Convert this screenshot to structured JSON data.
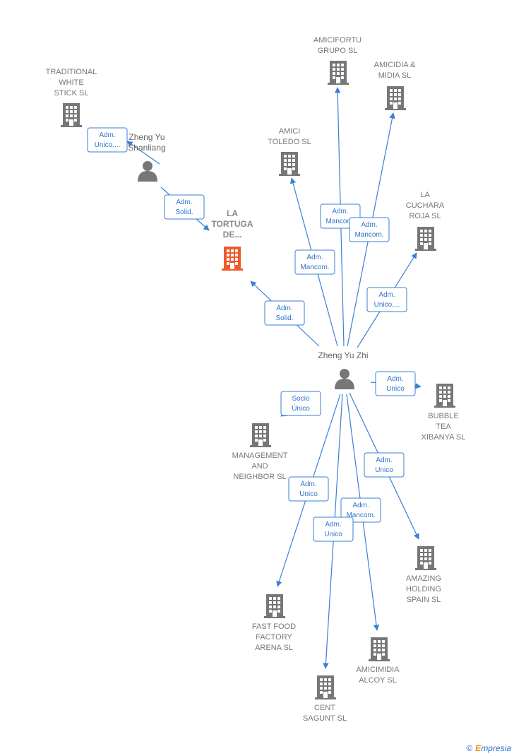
{
  "colors": {
    "edge": "#3a7fd6",
    "company": "#777777",
    "focus_company": "#f05a28",
    "person": "#777777"
  },
  "nodes": {
    "traditional": {
      "label": [
        "TRADITIONAL",
        "WHITE",
        "STICK  SL"
      ],
      "icon": "building-icon"
    },
    "zheng_shanliang": {
      "label": [
        "Zheng Yu",
        "Shanliang"
      ],
      "icon": "person-icon"
    },
    "la_tortuga": {
      "label": [
        "LA",
        "TORTUGA",
        "DE..."
      ],
      "icon": "building-icon"
    },
    "amicifortu": {
      "label": [
        "AMICIFORTU",
        "GRUPO  SL"
      ],
      "icon": "building-icon"
    },
    "amicidia": {
      "label": [
        "AMICIDIA &",
        "MIDIA  SL"
      ],
      "icon": "building-icon"
    },
    "amici_toledo": {
      "label": [
        "AMICI",
        "TOLEDO  SL"
      ],
      "icon": "building-icon"
    },
    "la_cuchara": {
      "label": [
        "LA",
        "CUCHARA",
        "ROJA  SL"
      ],
      "icon": "building-icon"
    },
    "zheng_yu_zhi": {
      "label": [
        "Zheng Yu Zhi"
      ],
      "icon": "person-icon"
    },
    "bubble": {
      "label": [
        "BUBBLE",
        "TEA",
        "XIBANYA SL"
      ],
      "icon": "building-icon"
    },
    "management": {
      "label": [
        "MANAGEMENT",
        "AND",
        "NEIGHBOR  SL"
      ],
      "icon": "building-icon"
    },
    "amazing": {
      "label": [
        "AMAZING",
        "HOLDING",
        "SPAIN  SL"
      ],
      "icon": "building-icon"
    },
    "fast_food": {
      "label": [
        "FAST FOOD",
        "FACTORY",
        "ARENA  SL"
      ],
      "icon": "building-icon"
    },
    "amicimidia": {
      "label": [
        "AMICIMIDIA",
        "ALCOY  SL"
      ],
      "icon": "building-icon"
    },
    "cent": {
      "label": [
        "CENT",
        "SAGUNT SL"
      ],
      "icon": "building-icon"
    }
  },
  "edges": [
    {
      "from": "zheng_shanliang",
      "to": "traditional",
      "label": [
        "Adm.",
        "Unico,..."
      ]
    },
    {
      "from": "zheng_shanliang",
      "to": "la_tortuga",
      "label": [
        "Adm.",
        "Solid."
      ]
    },
    {
      "from": "zheng_yu_zhi",
      "to": "la_tortuga",
      "label": [
        "Adm.",
        "Solid."
      ]
    },
    {
      "from": "zheng_yu_zhi",
      "to": "amici_toledo",
      "label": [
        "Adm.",
        "Mancom."
      ]
    },
    {
      "from": "zheng_yu_zhi",
      "to": "amicifortu",
      "label": [
        "Adm.",
        "Mancom."
      ]
    },
    {
      "from": "zheng_yu_zhi",
      "to": "amicidia",
      "label": [
        "Adm.",
        "Mancom."
      ]
    },
    {
      "from": "zheng_yu_zhi",
      "to": "la_cuchara",
      "label": [
        "Adm.",
        "Unico,..."
      ]
    },
    {
      "from": "zheng_yu_zhi",
      "to": "bubble",
      "label": [
        "Adm.",
        "Unico"
      ]
    },
    {
      "from": "zheng_yu_zhi",
      "to": "management",
      "label": [
        "Socio",
        "Único"
      ]
    },
    {
      "from": "zheng_yu_zhi",
      "to": "amazing",
      "label": [
        "Adm.",
        "Unico"
      ]
    },
    {
      "from": "zheng_yu_zhi",
      "to": "fast_food",
      "label": [
        "Adm.",
        "Unico"
      ]
    },
    {
      "from": "zheng_yu_zhi",
      "to": "amicimidia",
      "label": [
        "Adm.",
        "Mancom."
      ]
    },
    {
      "from": "zheng_yu_zhi",
      "to": "cent",
      "label": [
        "Adm.",
        "Unico"
      ]
    }
  ],
  "footer": {
    "copyright": "©",
    "brand_initial": "E",
    "brand_rest": "mpresia"
  }
}
